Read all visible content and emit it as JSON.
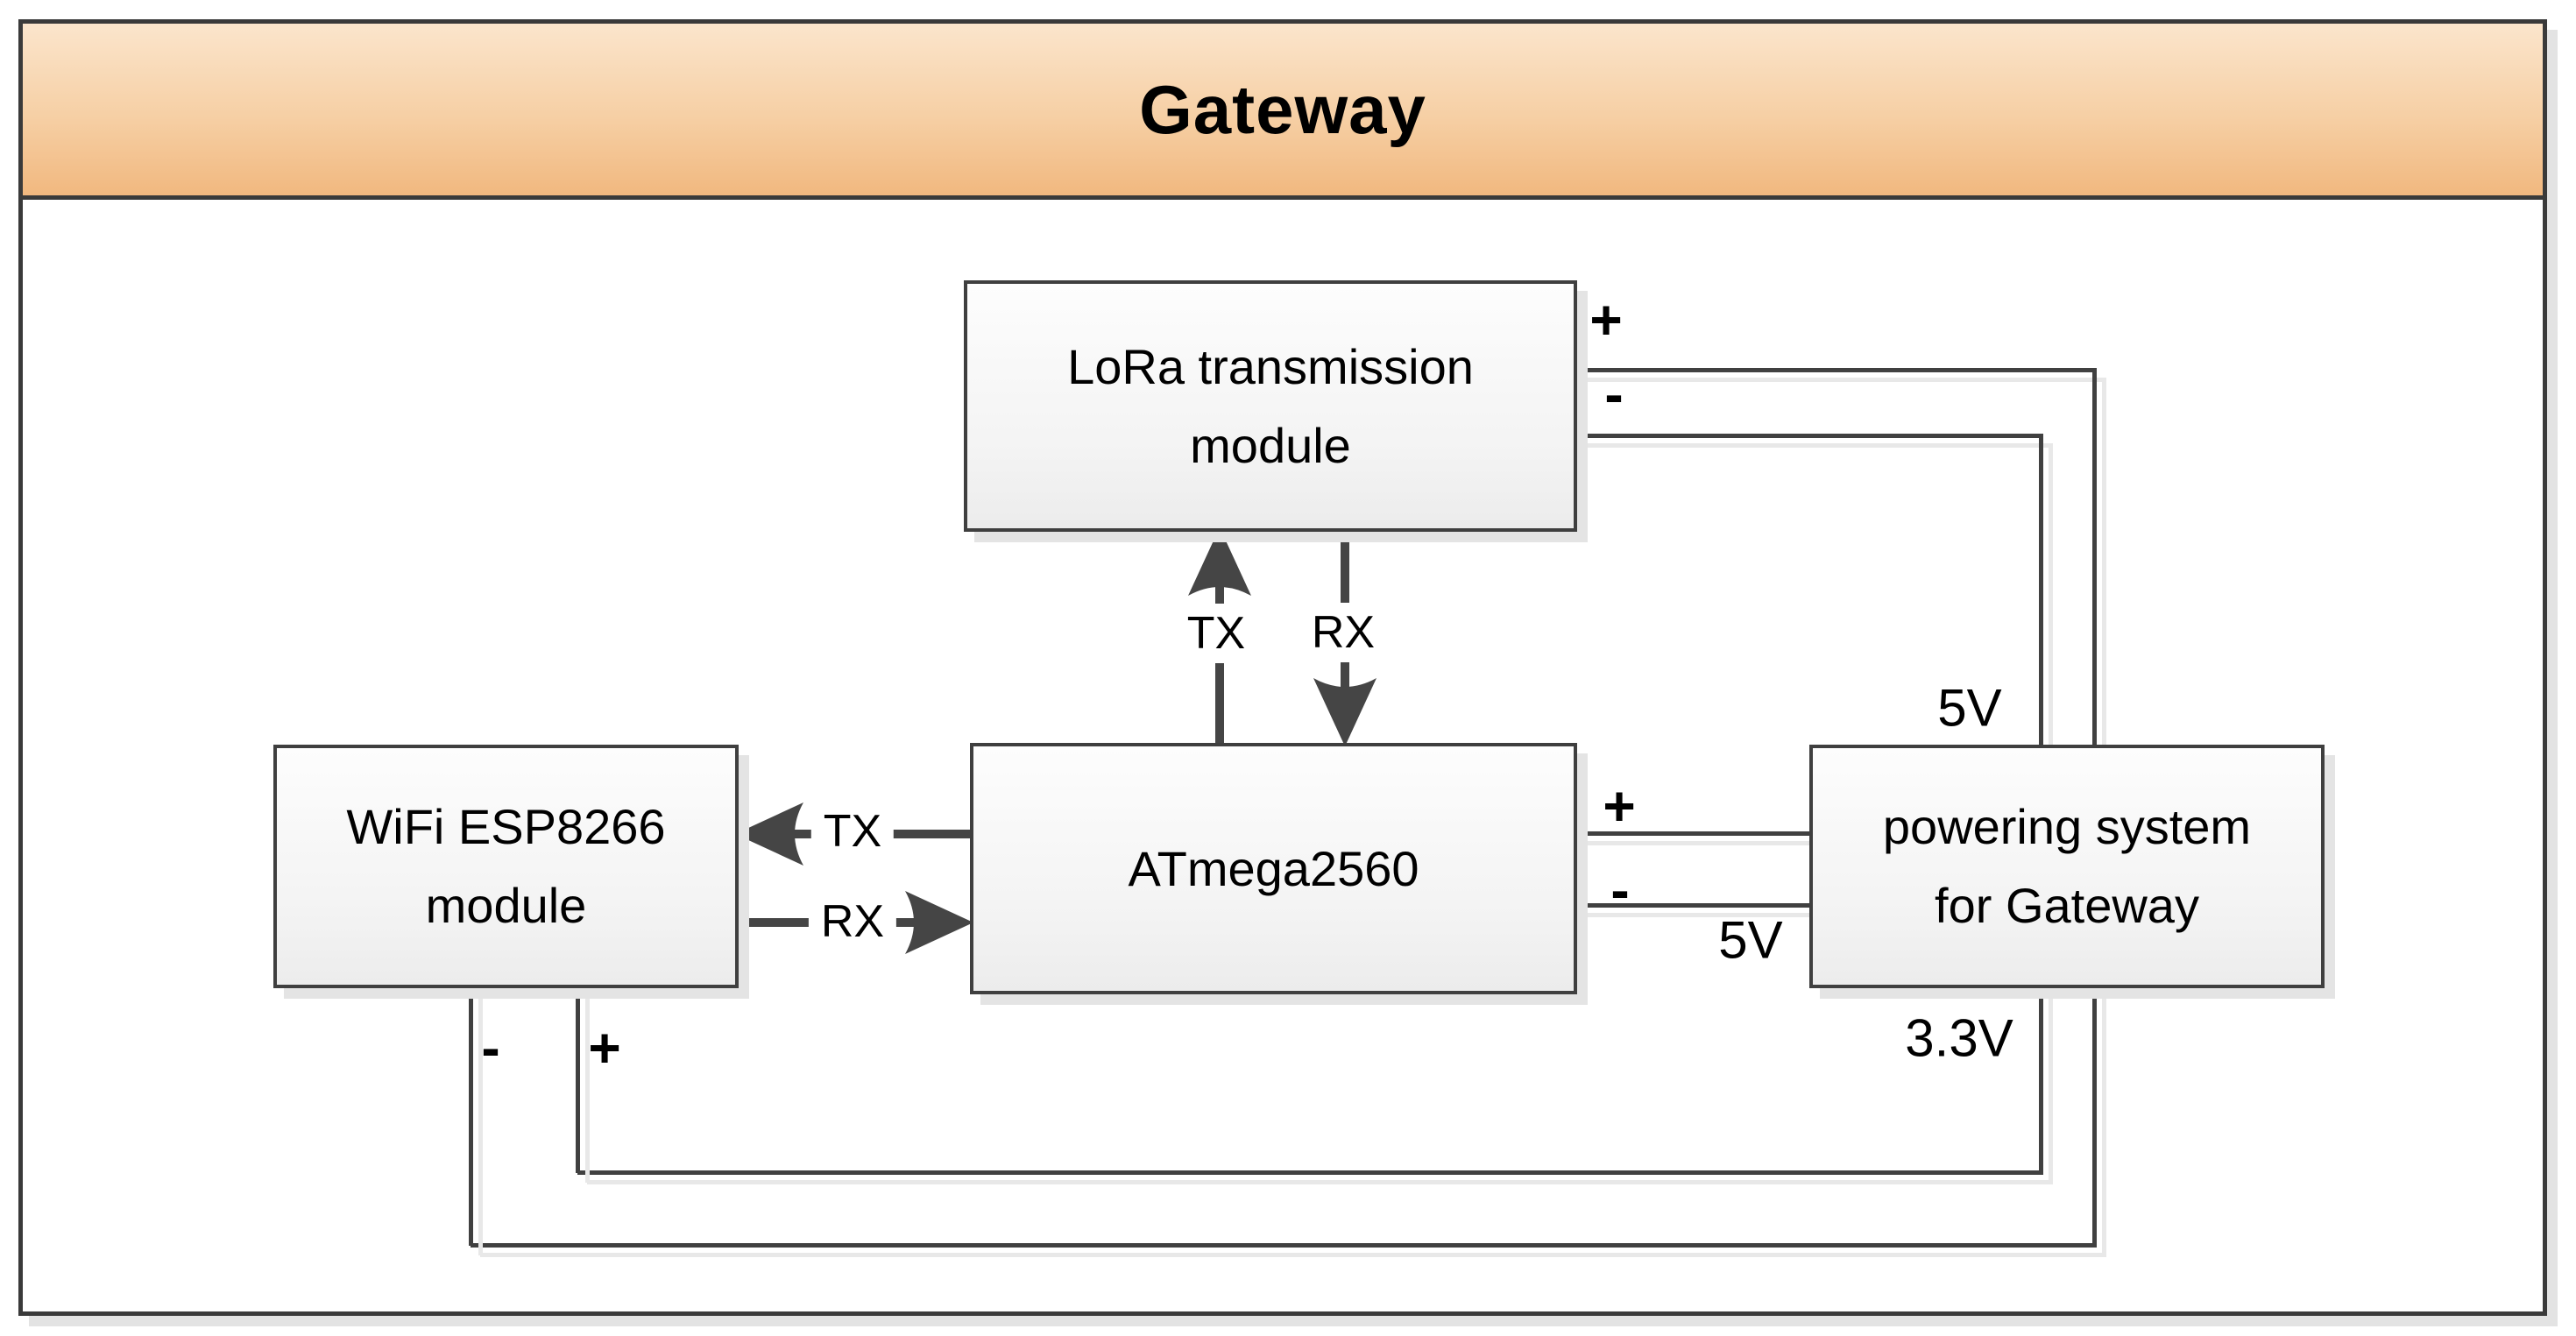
{
  "title": "Gateway",
  "boxes": {
    "lora": {
      "line1": "LoRa transmission",
      "line2": "module"
    },
    "wifi": {
      "line1": "WiFi ESP8266",
      "line2": "module"
    },
    "atmega": {
      "label": "ATmega2560"
    },
    "power": {
      "line1": "powering system",
      "line2": "for Gateway"
    }
  },
  "labels": {
    "lora_tx": "TX",
    "lora_rx": "RX",
    "wifi_tx": "TX",
    "wifi_rx": "RX",
    "lora_plus": "+",
    "lora_minus": "-",
    "atmega_plus": "+",
    "atmega_minus": "-",
    "wifi_minus": "-",
    "wifi_plus": "+",
    "supply_5v_top": "5V",
    "supply_5v_mid": "5V",
    "supply_3v3": "3.3V"
  },
  "colors": {
    "header_gradient_top": "#fbe5cc",
    "header_gradient_bottom": "#f1b87f",
    "frame_border": "#3a3a3a",
    "box_border": "#3f3f3f",
    "box_fill_top": "#fdfdfd",
    "box_fill_bottom": "#ececec",
    "wire": "#404040",
    "arrow": "#454545",
    "shadow": "#e4e4e4",
    "text": "#000000"
  }
}
